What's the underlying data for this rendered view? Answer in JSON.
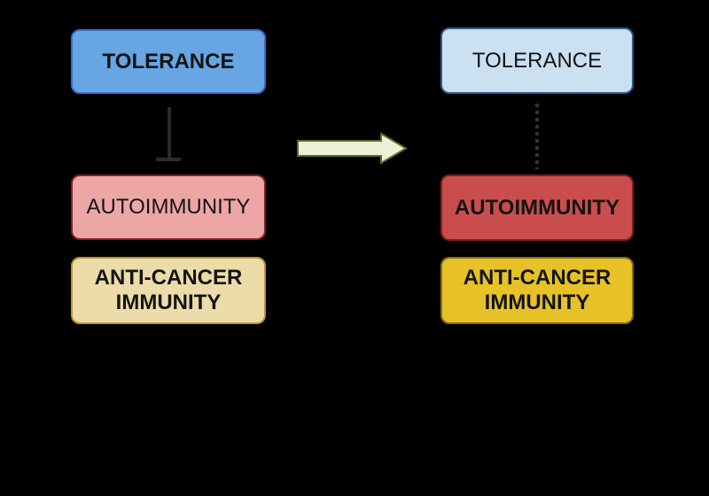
{
  "diagram": {
    "left_panel": {
      "tolerance_box": {
        "label": "TOLERANCE",
        "fill": "#67a5e3",
        "border": "#3672c9"
      },
      "autoimmunity_box": {
        "label": "AUTOIMMUNITY",
        "fill": "#eca6a6",
        "border": "#8f1d1d"
      },
      "anticancer_box": {
        "label": "ANTI-CANCER IMMUNITY",
        "fill": "#ecdca9",
        "border": "#bc9428"
      },
      "connector": {
        "type": "inhibition-tbar",
        "color": "#2b2b2b"
      }
    },
    "right_panel": {
      "tolerance_box": {
        "label": "TOLERANCE",
        "fill": "#cbe0f1",
        "border": "#2d5a87"
      },
      "autoimmunity_box": {
        "label": "AUTOIMMUNITY",
        "fill": "#ca4d4d",
        "border": "#7e1d1d"
      },
      "anticancer_box": {
        "label": "ANTI-CANCER IMMUNITY",
        "fill": "#e7c226",
        "border": "#876c10"
      },
      "connector": {
        "type": "dotted-line",
        "color": "#333333"
      }
    },
    "transition_arrow": {
      "fill": "#ecf2d5",
      "stroke": "#5d6e28"
    },
    "background": "#000000",
    "text_color": "#141414"
  }
}
